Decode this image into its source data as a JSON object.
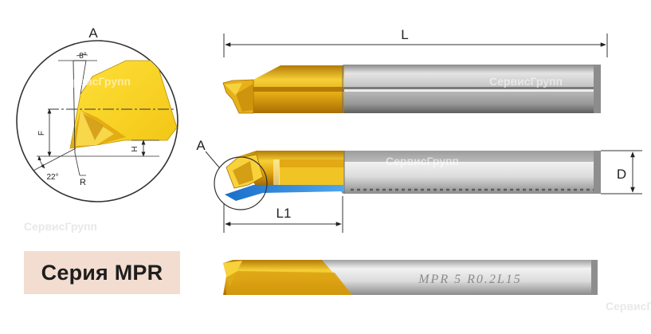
{
  "labels": {
    "detail_view": "A",
    "detail_angle_top": "8°",
    "detail_angle_bottom": "22°",
    "detail_f": "F",
    "detail_h": "H",
    "detail_r": "R",
    "overall_length": "L",
    "detail_callout": "A",
    "cutting_length": "L1",
    "diameter": "D"
  },
  "series_title": "Серия MPR",
  "tool_marking": "MPR 5 R0.2L15",
  "watermark_text": "СервисГрупп",
  "colors": {
    "gold": "#f0c21a",
    "gold_dark": "#c98d0a",
    "steel": "#bdbdbd",
    "steel_dark": "#6e6e6e",
    "blue": "#1f7fd8",
    "badge_bg": "#f3ddd0"
  }
}
